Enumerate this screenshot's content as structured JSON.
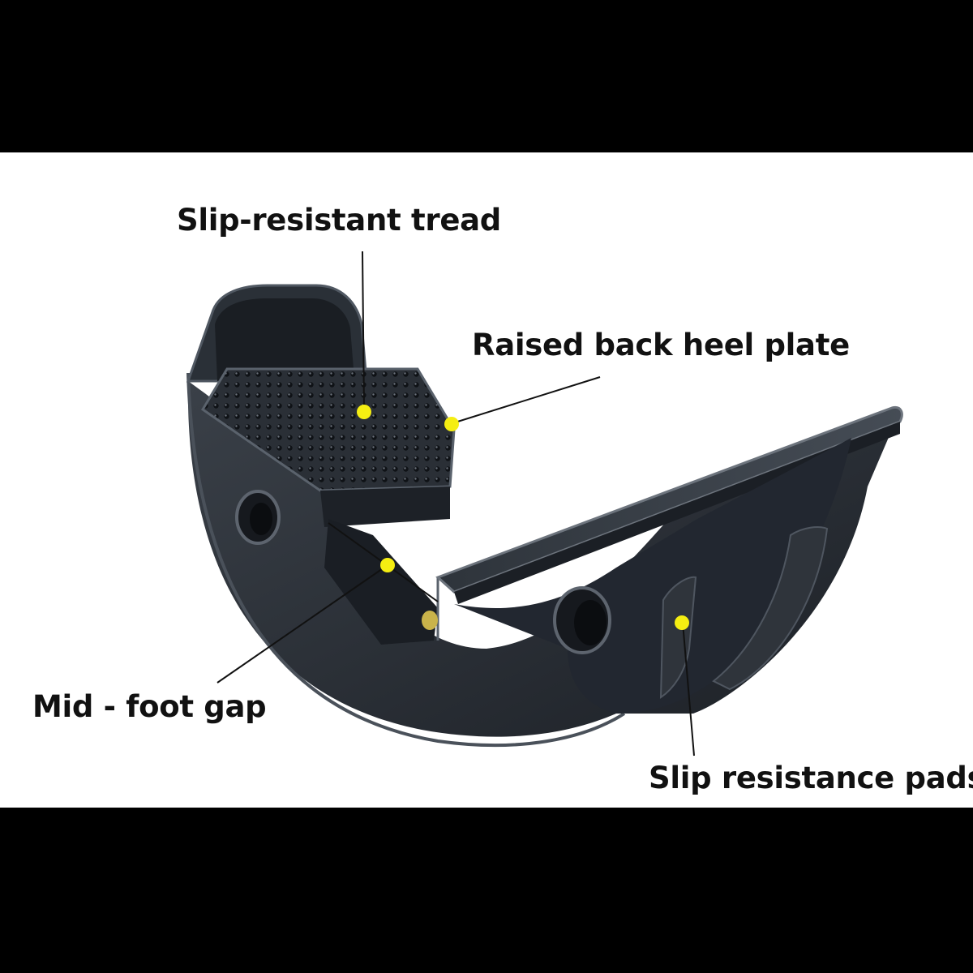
{
  "colors": {
    "background": "#000000",
    "panel": "#ffffff",
    "product": "#2b3036",
    "marker": "#f5ee12",
    "label_text": "#111111"
  },
  "callouts": [
    {
      "label": "Slip-resistant tread"
    },
    {
      "label": "Raised back heel plate"
    },
    {
      "label": "Mid - foot gap"
    },
    {
      "label": "Slip resistance pads"
    }
  ]
}
